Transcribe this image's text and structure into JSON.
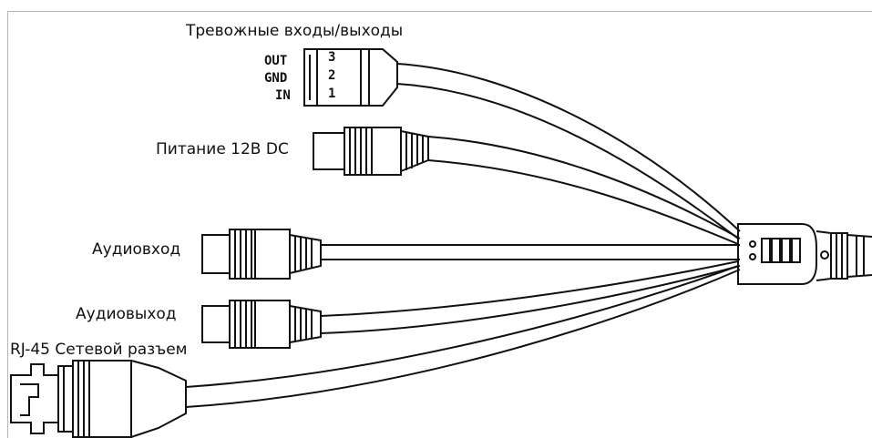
{
  "labels": {
    "alarm": "Тревожные входы/выходы",
    "power": "Питание 12В DC",
    "audio_in": "Аудиовход",
    "audio_out": "Аудиовыход",
    "rj45": "RJ-45 Сетевой разъем"
  },
  "terminal": {
    "pins": [
      {
        "name": "OUT",
        "number": "3"
      },
      {
        "name": "GND",
        "number": "2"
      },
      {
        "name": "IN",
        "number": "1"
      }
    ]
  }
}
